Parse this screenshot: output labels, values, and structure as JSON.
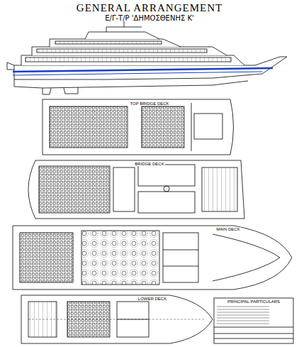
{
  "diagram": {
    "title": "GENERAL ARRANGEMENT",
    "labels": [
      "Ε/Γ-Τ/Ρ 'ΔΗΜΟΣΘΕΝΗΣ Κ'",
      "TOP BRIDGE DECK",
      "BRIDGE DECK",
      "MAIN DECK",
      "LOWER DECK",
      "PRINCIPAL PARTICULARS"
    ]
  }
}
